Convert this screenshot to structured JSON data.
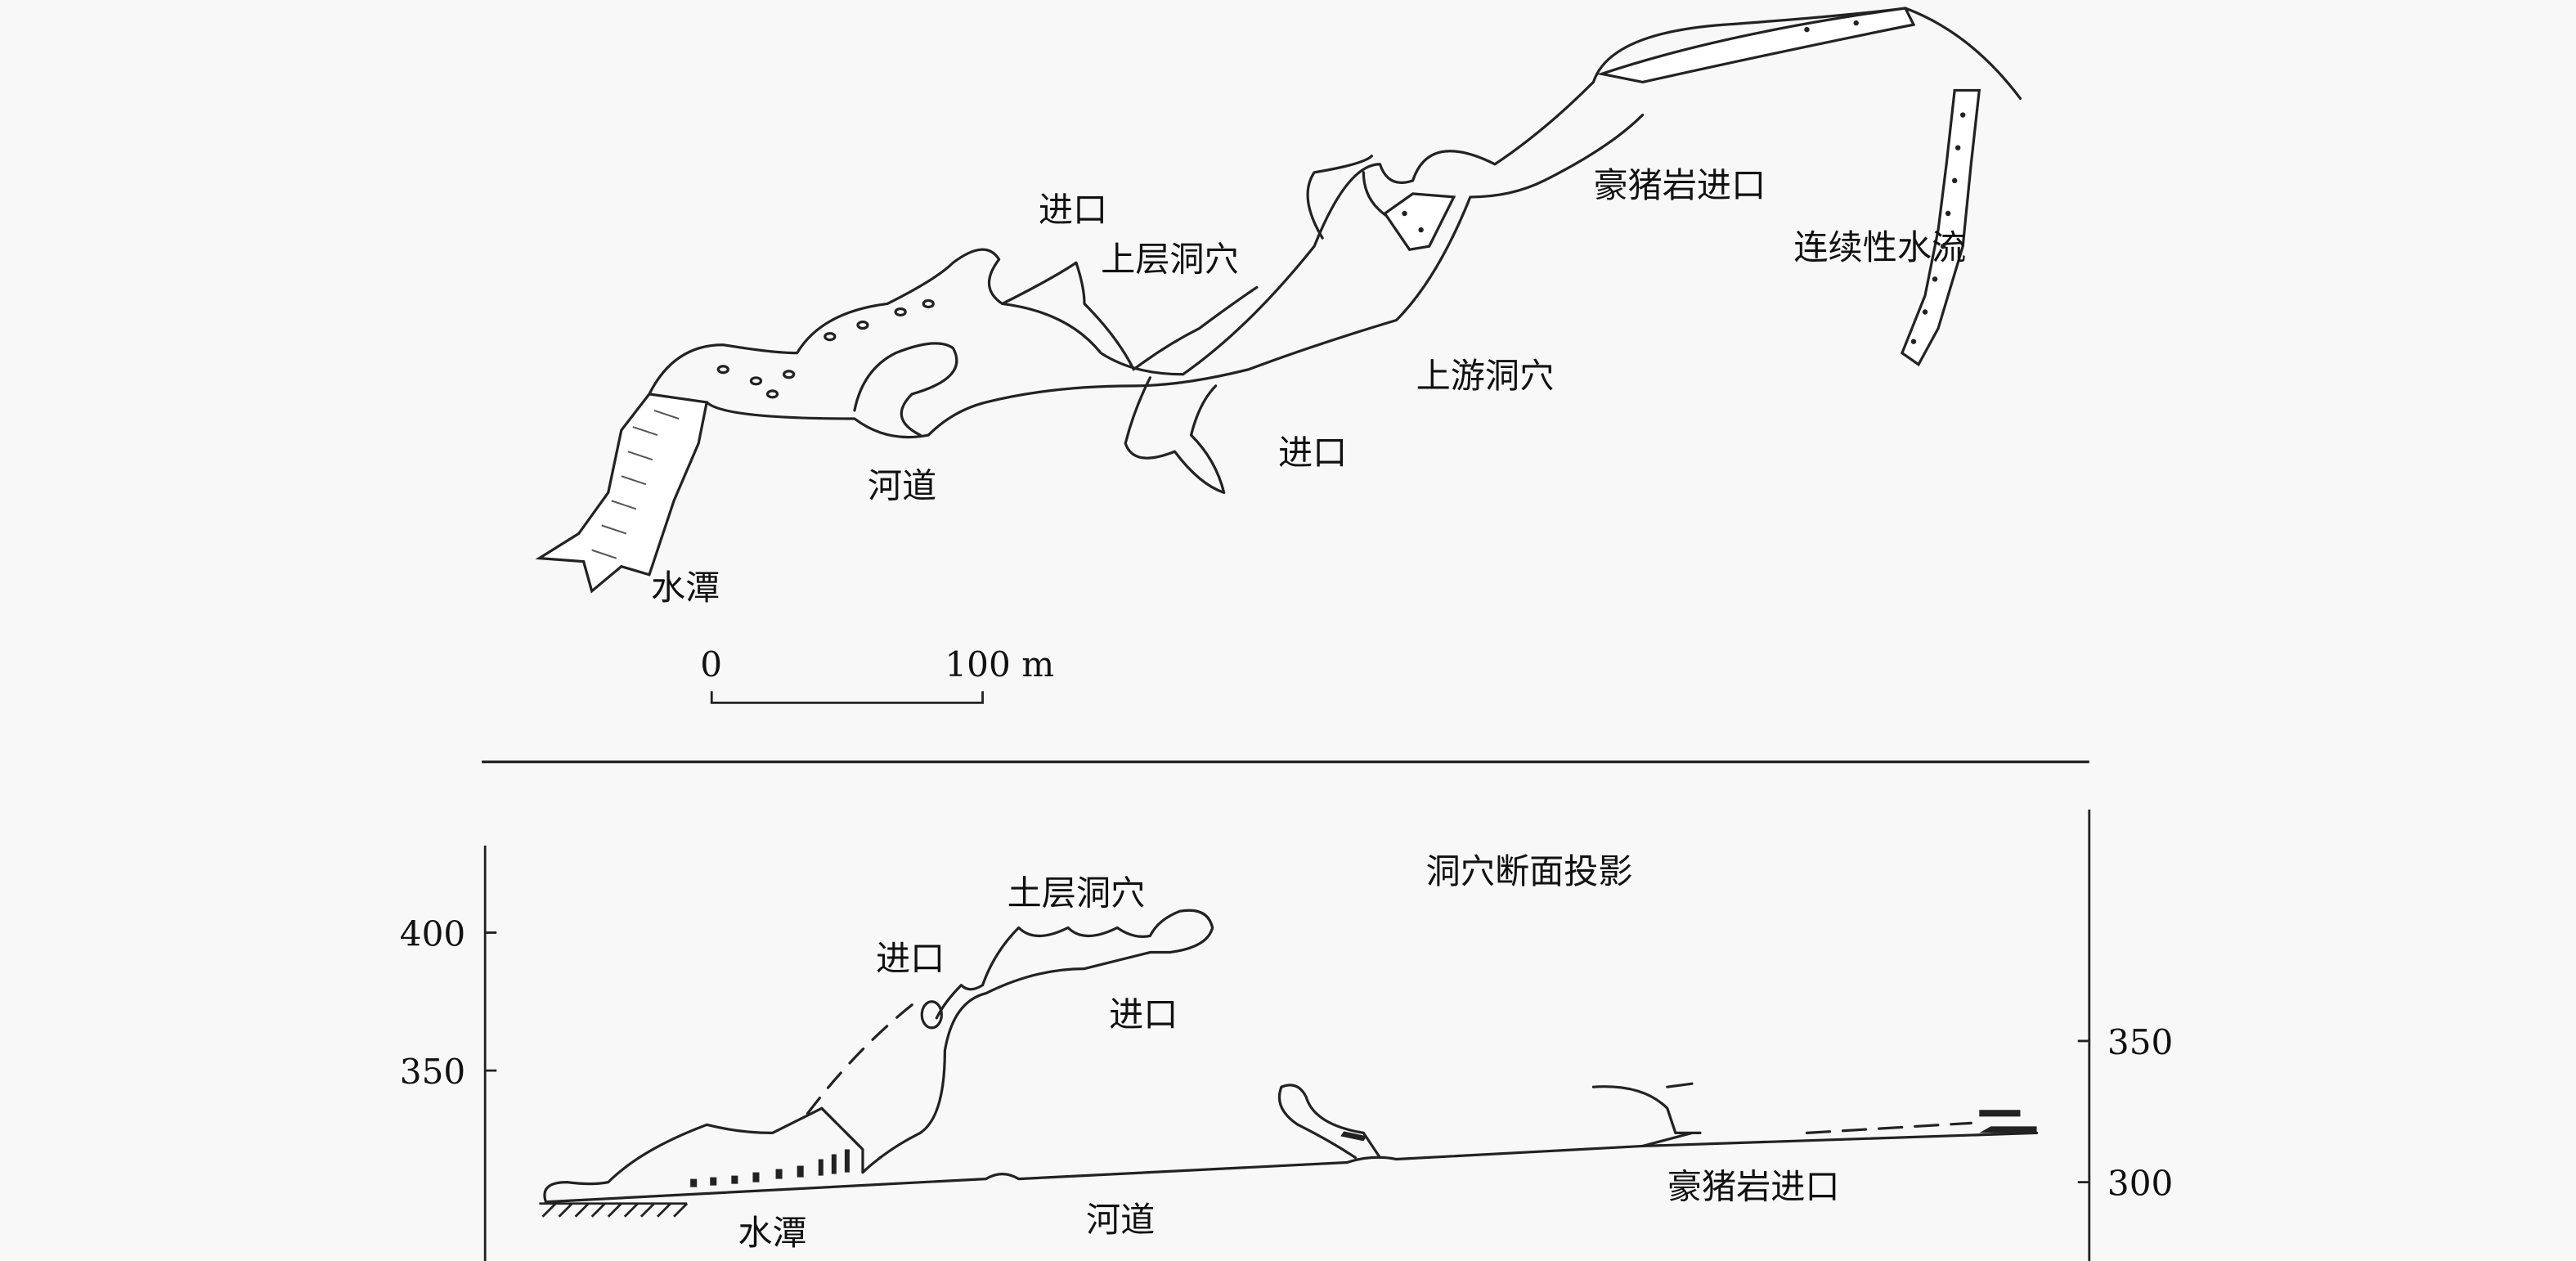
{
  "plan_view": {
    "labels": {
      "entrance_upper_left": "进口",
      "upper_cave": "上层洞穴",
      "haozhuyan_entrance": "豪猪岩进口",
      "continuous_flow": "连续性水流",
      "upstream_cave": "上游洞穴",
      "entrance_lower": "进口",
      "river_channel": "河道",
      "pool": "水潭"
    },
    "scale_bar": {
      "start": "0",
      "end": "100 m"
    }
  },
  "profile_view": {
    "title": "洞穴断面投影",
    "labels": {
      "upper_cave": "土层洞穴",
      "entrance_left": "进口",
      "entrance_right": "进口",
      "pool": "水潭",
      "river_channel": "河道",
      "haozhuyan_entrance": "豪猪岩进口"
    },
    "left_axis_ticks": [
      "400",
      "350"
    ],
    "right_axis_ticks": [
      "350",
      "300"
    ]
  }
}
